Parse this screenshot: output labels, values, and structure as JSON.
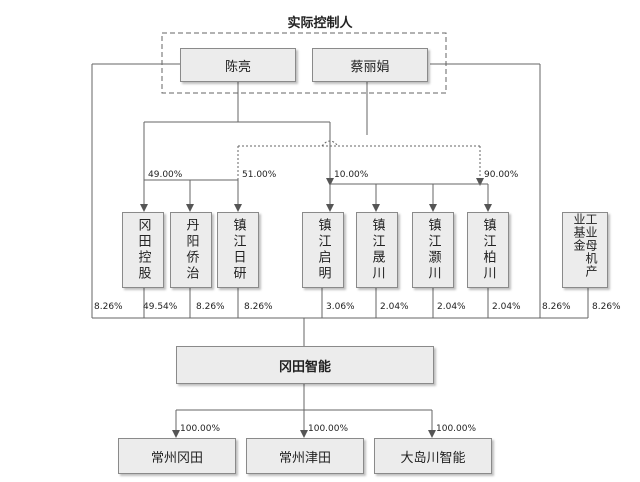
{
  "title": "实际控制人",
  "controllers": [
    "陈亮",
    "蔡丽娟"
  ],
  "holders": [
    "冈田控股",
    "丹阳侨治",
    "镇江日研",
    "镇江启明",
    "镇江晟川",
    "镇江灏川",
    "镇江柏川",
    "工业母机产业基金"
  ],
  "company": "冈田智能",
  "subsidiaries": [
    "常州冈田",
    "常州津田",
    "大岛川智能"
  ],
  "pct": {
    "p49": "49.00%",
    "p51": "51.00%",
    "p10": "10.00%",
    "p90": "90.00%",
    "s_left": "8.26%",
    "s_gt": "49.54%",
    "s_dy": "8.26%",
    "s_zr": "8.26%",
    "s_qm": "3.06%",
    "s_sc": "2.04%",
    "s_hc": "2.04%",
    "s_bc": "2.04%",
    "s_right": "8.26%",
    "s_fund": "8.26%",
    "sub1": "100.00%",
    "sub2": "100.00%",
    "sub3": "100.00%"
  }
}
